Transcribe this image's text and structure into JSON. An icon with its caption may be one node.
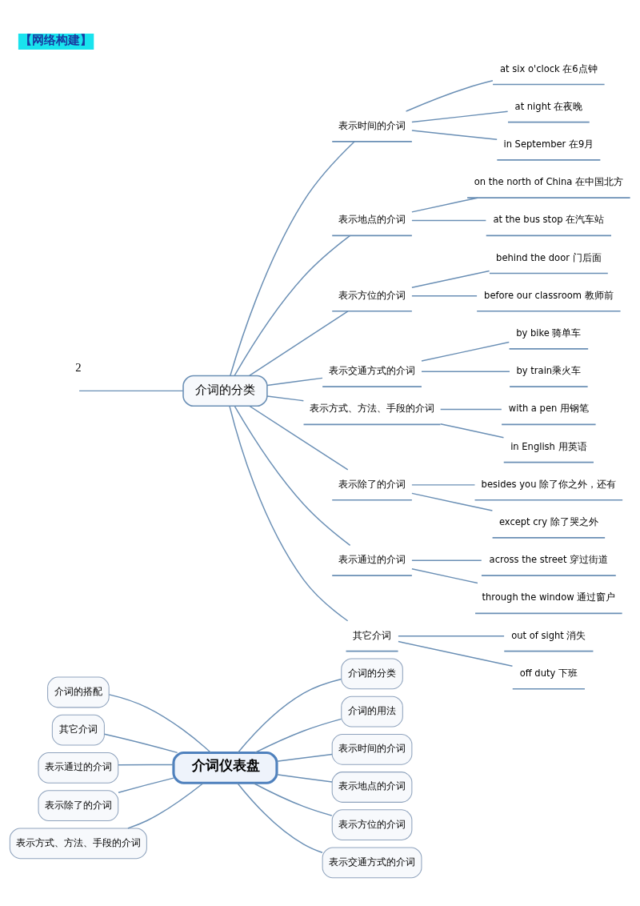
{
  "diagram": {
    "title": "【网络构建】",
    "nodes": [
      {
        "text": [
          "介词仪表盘"
        ]
      },
      {
        "text": [
          "介词的分类"
        ]
      },
      {
        "text": [
          "介词的搭配"
        ]
      },
      {
        "text": [
          "介词的用法"
        ]
      },
      {
        "text": [
          "其它介词"
        ]
      },
      {
        "text": [
          "表示时间的介词"
        ]
      },
      {
        "text": [
          "表示通过的介词"
        ]
      },
      {
        "text": [
          "表示地点的介词"
        ]
      },
      {
        "text": [
          "表示除了的介词"
        ]
      },
      {
        "text": [
          "表示方位的介词"
        ]
      },
      {
        "text": [
          "表示方式、方法、手段的介词"
        ]
      },
      {
        "text": [
          "表示交通方式的介词"
        ]
      },
      {
        "text": [
          "介词的分类"
        ]
      },
      {
        "text": [
          "表示时间的介词"
        ]
      },
      {
        "text": [
          "at six o'clock 在6点钟"
        ]
      },
      {
        "text": [
          "at night 在夜晚"
        ]
      },
      {
        "text": [
          "in September 在9月"
        ]
      },
      {
        "text": [
          "表示地点的介词"
        ]
      },
      {
        "text": [
          "on the north of China 在中国北方"
        ]
      },
      {
        "text": [
          "at the bus stop 在汽车站"
        ]
      },
      {
        "text": [
          "表示方位的介词"
        ]
      },
      {
        "text": [
          "behind the door 门后面"
        ]
      },
      {
        "text": [
          "before our classroom 教师前"
        ]
      },
      {
        "text": [
          "表示交通方式的介词"
        ]
      },
      {
        "text": [
          "by bike 骑单车"
        ]
      },
      {
        "text": [
          "by train乘火车"
        ]
      },
      {
        "text": [
          "表示方式、方法、手段的介词"
        ]
      },
      {
        "text": [
          "with a pen 用钢笔"
        ]
      },
      {
        "text": [
          "in English 用英语"
        ]
      },
      {
        "text": [
          "表示除了的介词"
        ]
      },
      {
        "text": [
          "besides you 除了你之外，还有"
        ]
      },
      {
        "text": [
          "except cry 除了哭之外"
        ]
      },
      {
        "text": [
          "表示通过的介词"
        ]
      },
      {
        "text": [
          "across the street 穿过街道"
        ]
      },
      {
        "text": [
          "through the window 通过窗户"
        ]
      },
      {
        "text": [
          "其它介词"
        ]
      },
      {
        "text": [
          "out of sight 消失"
        ]
      },
      {
        "text": [
          "off duty 下班"
        ]
      }
    ],
    "edges": [
      {
        "from": 0,
        "to": 1,
        "arrow": "none"
      },
      {
        "from": 0,
        "to": 2,
        "arrow": "none"
      },
      {
        "from": 0,
        "to": 3,
        "arrow": "none"
      },
      {
        "from": 0,
        "to": 4,
        "arrow": "none"
      },
      {
        "from": 0,
        "to": 5,
        "arrow": "none"
      },
      {
        "from": 0,
        "to": 6,
        "arrow": "none"
      },
      {
        "from": 0,
        "to": 7,
        "arrow": "none"
      },
      {
        "from": 0,
        "to": 8,
        "arrow": "none"
      },
      {
        "from": 0,
        "to": 9,
        "arrow": "none"
      },
      {
        "from": 0,
        "to": 10,
        "arrow": "none"
      },
      {
        "from": 0,
        "to": 11,
        "arrow": "none"
      },
      {
        "from": null,
        "to": 12,
        "arrow": "none"
      },
      {
        "from": 12,
        "to": 13,
        "arrow": "none"
      },
      {
        "from": 13,
        "to": 14,
        "arrow": "none"
      },
      {
        "from": 13,
        "to": 15,
        "arrow": "none"
      },
      {
        "from": 13,
        "to": 16,
        "arrow": "none"
      },
      {
        "from": 12,
        "to": 17,
        "arrow": "none"
      },
      {
        "from": 17,
        "to": 18,
        "arrow": "none"
      },
      {
        "from": 17,
        "to": 19,
        "arrow": "none"
      },
      {
        "from": 12,
        "to": 20,
        "arrow": "none"
      },
      {
        "from": 20,
        "to": 21,
        "arrow": "none"
      },
      {
        "from": 20,
        "to": 22,
        "arrow": "none"
      },
      {
        "from": 12,
        "to": 23,
        "arrow": "none"
      },
      {
        "from": 23,
        "to": 24,
        "arrow": "none"
      },
      {
        "from": 23,
        "to": 25,
        "arrow": "none"
      },
      {
        "from": 12,
        "to": 26,
        "arrow": "none"
      },
      {
        "from": 26,
        "to": 27,
        "arrow": "none"
      },
      {
        "from": 26,
        "to": 28,
        "arrow": "none"
      },
      {
        "from": 12,
        "to": 29,
        "arrow": "none"
      },
      {
        "from": 29,
        "to": 30,
        "arrow": "none"
      },
      {
        "from": 29,
        "to": 31,
        "arrow": "none"
      },
      {
        "from": 12,
        "to": 32,
        "arrow": "none"
      },
      {
        "from": 32,
        "to": 33,
        "arrow": "none"
      },
      {
        "from": 32,
        "to": 34,
        "arrow": "none"
      },
      {
        "from": 12,
        "to": 35,
        "arrow": "none"
      },
      {
        "from": 35,
        "to": 36,
        "arrow": "none"
      },
      {
        "from": 35,
        "to": 37,
        "arrow": "none"
      }
    ],
    "labels": [
      "2"
    ]
  }
}
